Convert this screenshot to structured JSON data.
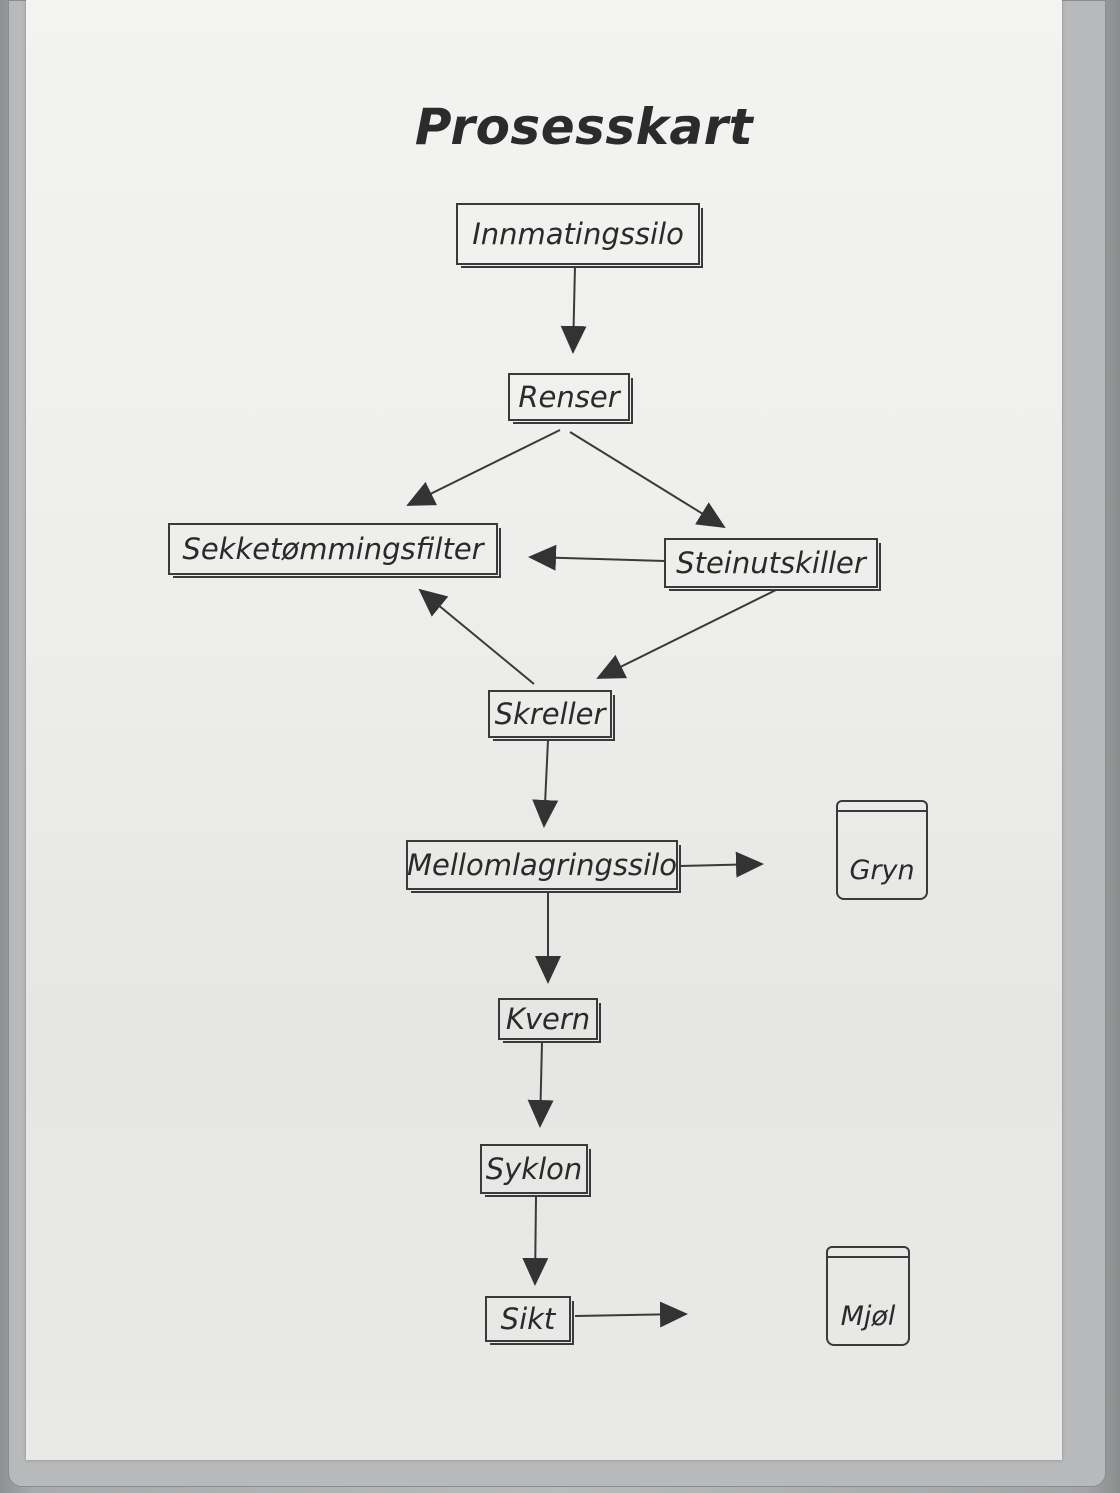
{
  "title": "Prosesskart",
  "nodes": {
    "innmatingssilo": "Innmatingssilo",
    "renser": "Renser",
    "sekketommingsfilter": "Sekketømmingsfilter",
    "steinutskiller": "Steinutskiller",
    "skreller": "Skreller",
    "mellomlagringssilo": "Mellomlagringssilo",
    "kvern": "Kvern",
    "syklon": "Syklon",
    "sikt": "Sikt"
  },
  "products": {
    "gryn": "Gryn",
    "mjol": "Mjøl"
  },
  "edges": [
    [
      "innmatingssilo",
      "renser"
    ],
    [
      "renser",
      "sekketommingsfilter"
    ],
    [
      "renser",
      "steinutskiller"
    ],
    [
      "steinutskiller",
      "sekketommingsfilter"
    ],
    [
      "steinutskiller",
      "skreller"
    ],
    [
      "skreller",
      "sekketommingsfilter"
    ],
    [
      "skreller",
      "mellomlagringssilo"
    ],
    [
      "mellomlagringssilo",
      "gryn"
    ],
    [
      "mellomlagringssilo",
      "kvern"
    ],
    [
      "kvern",
      "syklon"
    ],
    [
      "syklon",
      "sikt"
    ],
    [
      "sikt",
      "mjol"
    ]
  ]
}
